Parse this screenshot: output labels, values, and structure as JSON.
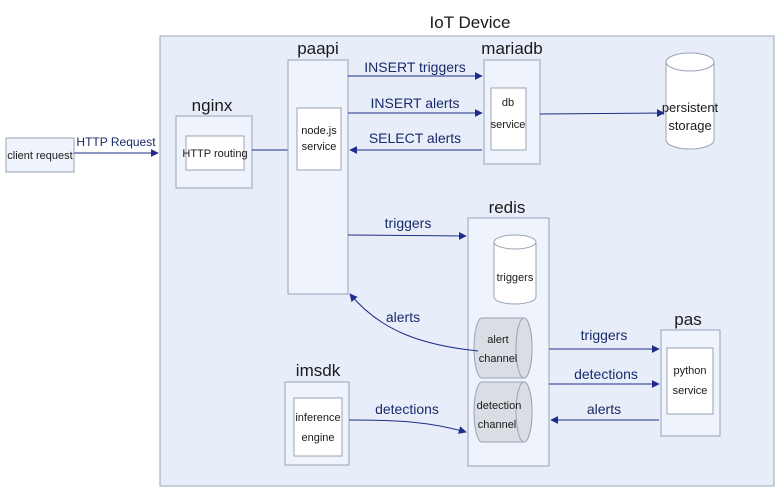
{
  "diagram": {
    "title": "IoT Device",
    "client_request": "client request",
    "http_request_label": "HTTP Request",
    "nginx": {
      "name": "nginx",
      "inner": "HTTP routing"
    },
    "paapi": {
      "name": "paapi",
      "inner_line1": "node.js",
      "inner_line2": "service"
    },
    "mariadb": {
      "name": "mariadb",
      "inner_line1": "db",
      "inner_line2": "service"
    },
    "persistent_storage": {
      "line1": "persistent",
      "line2": "storage"
    },
    "redis": {
      "name": "redis",
      "triggers_store": "triggers",
      "alert_channel_line1": "alert",
      "alert_channel_line2": "channel",
      "detection_channel_line1": "detection",
      "detection_channel_line2": "channel"
    },
    "pas": {
      "name": "pas",
      "inner_line1": "python",
      "inner_line2": "service"
    },
    "imsdk": {
      "name": "imsdk",
      "inner_line1": "inference",
      "inner_line2": "engine"
    },
    "edges": {
      "insert_triggers": "INSERT triggers",
      "insert_alerts": "INSERT alerts",
      "select_alerts": "SELECT alerts",
      "paapi_to_redis": "triggers",
      "redis_to_paapi": "alerts",
      "redis_to_pas": "triggers",
      "redis_to_pas_detections": "detections",
      "pas_to_redis": "alerts",
      "imsdk_to_redis": "detections"
    },
    "colors": {
      "background": "#e8eef9",
      "box": "#eef3fc",
      "inner": "#ffffff",
      "stroke": "#9aa3b5",
      "arrow": "#1f2d8a",
      "channel": "#dadde3"
    }
  }
}
